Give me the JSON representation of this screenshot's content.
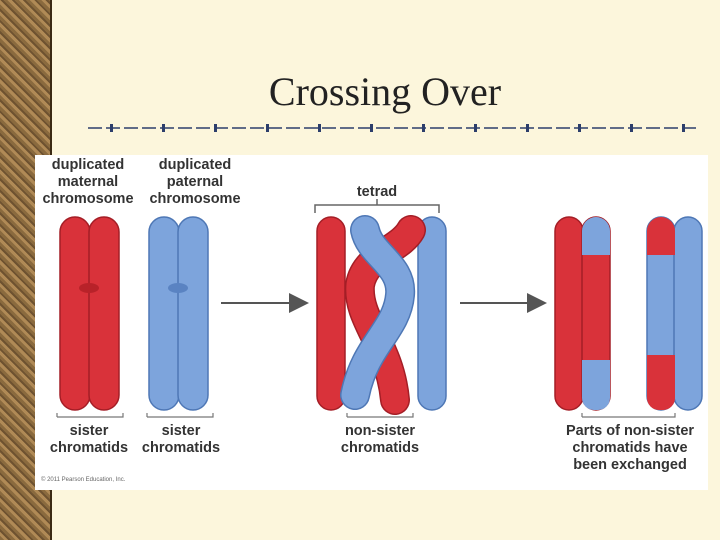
{
  "slide": {
    "title": "Crossing Over"
  },
  "diagram": {
    "labels": {
      "maternal_line1": "duplicated",
      "maternal_line2": "maternal",
      "maternal_line3": "chromosome",
      "paternal_line1": "duplicated",
      "paternal_line2": "paternal",
      "paternal_line3": "chromosome",
      "tetrad": "tetrad",
      "sister1_line1": "sister",
      "sister1_line2": "chromatids",
      "sister2_line1": "sister",
      "sister2_line2": "chromatids",
      "nonsister_line1": "non-sister",
      "nonsister_line2": "chromatids",
      "exchanged_line1": "Parts of non-sister",
      "exchanged_line2": "chromatids have",
      "exchanged_line3": "been exchanged"
    },
    "credit": "© 2011 Pearson Education, Inc.",
    "colors": {
      "maternal": "#d9323a",
      "paternal": "#7da4dc",
      "arrow": "#555555"
    }
  }
}
